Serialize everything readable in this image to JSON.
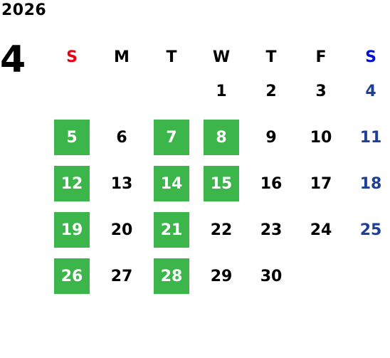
{
  "year": "2026",
  "month": "4",
  "weekdays": [
    "S",
    "M",
    "T",
    "W",
    "T",
    "F",
    "S"
  ],
  "weeks": [
    [
      "",
      "",
      "",
      "1",
      "2",
      "3",
      "4"
    ],
    [
      "5",
      "6",
      "7",
      "8",
      "9",
      "10",
      "11"
    ],
    [
      "12",
      "13",
      "14",
      "15",
      "16",
      "17",
      "18"
    ],
    [
      "19",
      "20",
      "21",
      "22",
      "23",
      "24",
      "25"
    ],
    [
      "26",
      "27",
      "28",
      "29",
      "30",
      "",
      ""
    ]
  ],
  "highlighted_days": [
    "5",
    "7",
    "8",
    "12",
    "14",
    "15",
    "19",
    "21",
    "26",
    "28"
  ],
  "colors": {
    "highlight_bg": "#3cb54a",
    "sunday_header": "#e60012",
    "saturday_header": "#0010d8",
    "saturday_date": "#1e3f96"
  }
}
